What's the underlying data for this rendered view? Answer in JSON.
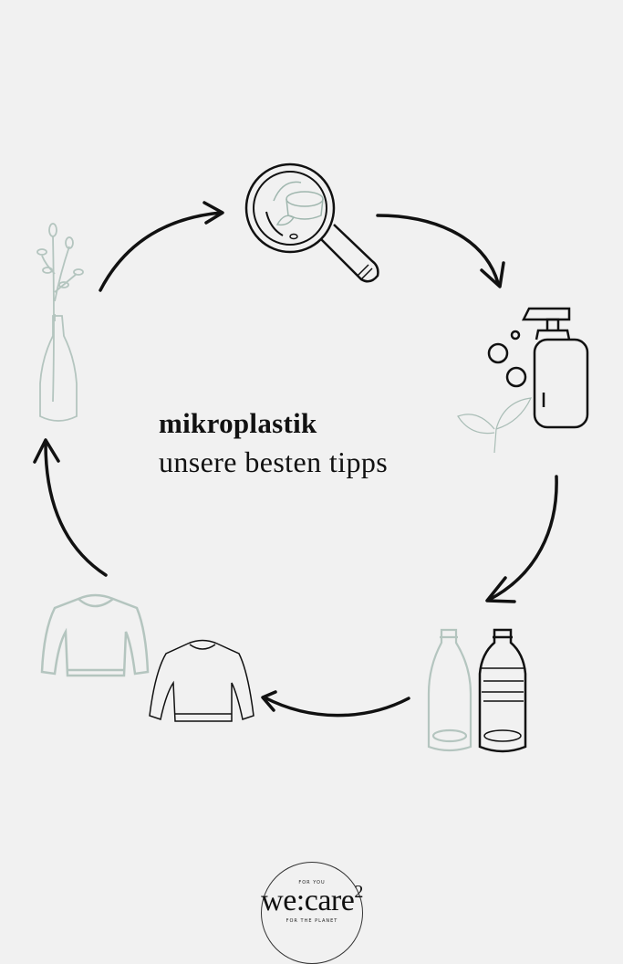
{
  "colors": {
    "background": "#f1f1f1",
    "ink": "#111111",
    "sage": "#b4c5bf"
  },
  "heading": {
    "title": "mikroplastik",
    "subtitle": "unsere besten tipps"
  },
  "logo": {
    "top_text": "FOR YOU",
    "wordmark": "we:care",
    "superscript": "2",
    "bottom_text": "FOR THE PLANET"
  },
  "illustrations": [
    {
      "name": "magnifier-cosmetics",
      "position": "top"
    },
    {
      "name": "soap-pump-bottle",
      "position": "right-top"
    },
    {
      "name": "bottles",
      "position": "right-bottom"
    },
    {
      "name": "sweaters",
      "position": "bottom-left"
    },
    {
      "name": "vase-with-branch",
      "position": "left"
    }
  ]
}
